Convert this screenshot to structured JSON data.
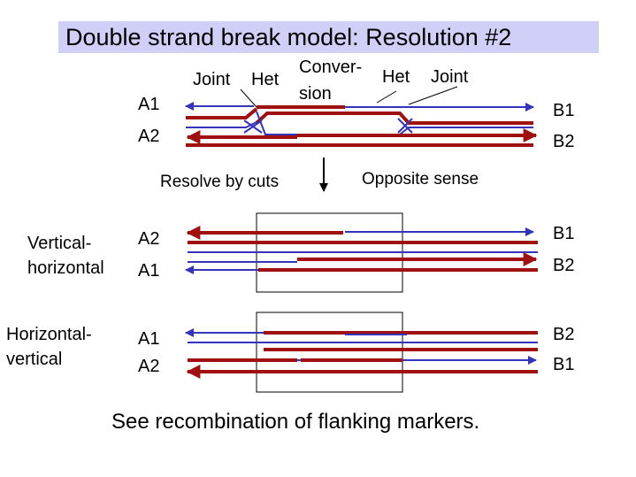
{
  "title": "Double strand break model: Resolution #2",
  "top": {
    "labels": {
      "joint_left": "Joint",
      "het_left": "Het",
      "conversion_line1": "Conver-",
      "conversion_line2": "sion",
      "het_right": "Het",
      "joint_right": "Joint"
    },
    "left_strands": [
      "A1",
      "A2"
    ],
    "right_strands": [
      "B1",
      "B2"
    ]
  },
  "resolve_label": "Resolve by cuts",
  "opposite_label": "Opposite sense",
  "vertical_horizontal": {
    "label_line1": "Vertical-",
    "label_line2": "horizontal",
    "left_strands": [
      "A2",
      "A1"
    ],
    "right_strands": [
      "B1",
      "B2"
    ]
  },
  "horizontal_vertical": {
    "label_line1": "Horizontal-",
    "label_line2": "vertical",
    "left_strands": [
      "A1",
      "A2"
    ],
    "right_strands": [
      "B2",
      "B1"
    ]
  },
  "caption": "See recombination of flanking markers.",
  "colors": {
    "blue_strand": "#3333bb",
    "red_strand": "#a01010",
    "title_bg": "#cfcff7"
  }
}
